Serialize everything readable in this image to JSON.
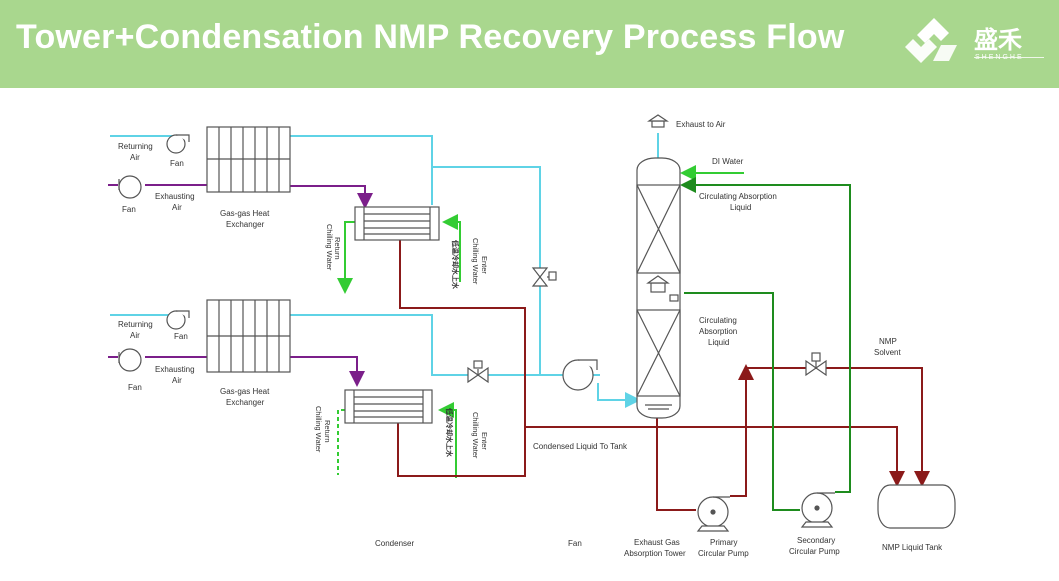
{
  "header": {
    "title": "Tower+Condensation NMP Recovery Process Flow",
    "brand_name": "盛禾",
    "brand_latin": "SHENGHE"
  },
  "labels": {
    "returning_air_1": "Returning",
    "returning_air_1b": "Air",
    "fan_1": "Fan",
    "exhausting_air_1": "Exhausting",
    "exhausting_air_1b": "Air",
    "fan_2": "Fan",
    "hx_1a": "Gas-gas Heat",
    "hx_1b": "Exchanger",
    "returning_air_2": "Returning",
    "returning_air_2b": "Air",
    "fan_3": "Fan",
    "exhausting_air_2": "Exhausting",
    "exhausting_air_2b": "Air",
    "fan_4": "Fan",
    "hx_2a": "Gas-gas Heat",
    "hx_2b": "Exchanger",
    "chill_ret_1a": "Chilling Water",
    "chill_ret_1b": "Return",
    "chill_ent_1a": "Chilling Water",
    "chill_ent_1b": "Enter",
    "chinese_1": "低温冷却水上水",
    "chill_ret_2a": "Chilling Water",
    "chill_ret_2b": "Return",
    "chill_ent_2a": "Chilling Water",
    "chill_ent_2b": "Enter",
    "chinese_2": "低温冷却水上水",
    "exhaust_to_air": "Exhaust to Air",
    "di_water": "DI Water",
    "circ_abs_1a": "Circulating Absorption",
    "circ_abs_1b": "Liquid",
    "circ_abs_2a": "Circulating",
    "circ_abs_2b": "Absorption",
    "circ_abs_2c": "Liquid",
    "nmp_solvent_a": "NMP",
    "nmp_solvent_b": "Solvent",
    "condensed_liquid": "Condensed Liquid To Tank",
    "condenser": "Condenser",
    "fan_bottom": "Fan",
    "tower_a": "Exhaust Gas",
    "tower_b": "Absorption Tower",
    "primary_pump_a": "Primary",
    "primary_pump_b": "Circular Pump",
    "secondary_pump_a": "Secondary",
    "secondary_pump_b": "Circular Pump",
    "nmp_tank": "NMP Liquid Tank"
  },
  "colors": {
    "banner": "#a9d78e",
    "air_line": "#5fd3e6",
    "exhaust_line": "#7b1f8a",
    "return_water": "#33cc33",
    "liquid_line": "#8b1a1a",
    "circ_line": "#1e8c1e",
    "equipment": "#555555"
  }
}
